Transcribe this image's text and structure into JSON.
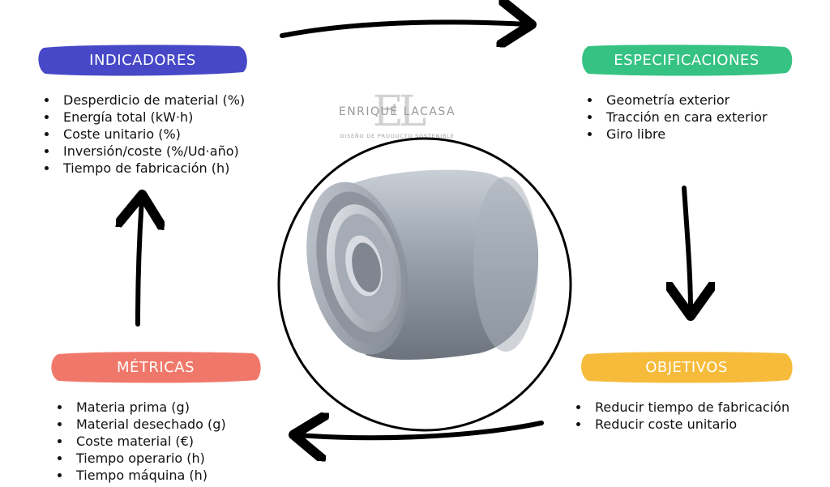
{
  "colors": {
    "indicadores": "#4648c7",
    "especificaciones": "#35c283",
    "objetivos": "#f7bb3b",
    "metricas": "#f0786a",
    "arrow": "#000000"
  },
  "logo": {
    "monogram": "EL",
    "name": "ENRIQUE LACASA",
    "tagline": "DISEÑO DE PRODUCTO SOSTENIBLE"
  },
  "indicadores": {
    "title": "INDICADORES",
    "items": [
      "Desperdicio de material (%)",
      "Energía total (kW·h)",
      "Coste unitario (%)",
      "Inversión/coste (%/Ud·año)",
      "Tiempo de fabricación (h)"
    ]
  },
  "especificaciones": {
    "title": "ESPECIFICACIONES",
    "items": [
      "Geometría exterior",
      "Tracción en cara exterior",
      "Giro libre"
    ]
  },
  "objetivos": {
    "title": "OBJETIVOS",
    "items": [
      "Reducir tiempo de fabricación",
      "Reducir coste unitario"
    ]
  },
  "metricas": {
    "title": "MÉTRICAS",
    "items": [
      "Materia prima (g)",
      "Material desechado (g)",
      "Coste material (€)",
      "Tiempo operario (h)",
      "Tiempo máquina (h)"
    ]
  },
  "center": {
    "image": "roller-part-3d-render"
  }
}
